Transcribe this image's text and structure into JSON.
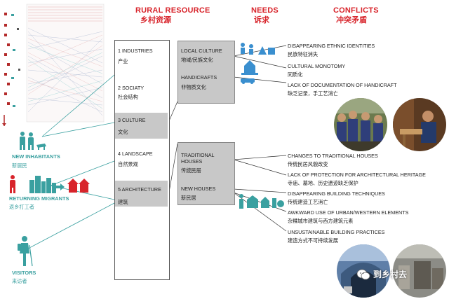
{
  "headers": {
    "rural_en": "RURAL RESOURCE",
    "rural_cn": "乡村资源",
    "needs_en": "NEEDS",
    "needs_cn": "诉求",
    "conflicts_en": "CONFLICTS",
    "conflicts_cn": "冲突矛盾"
  },
  "actors": [
    {
      "en": "NEW INHABITANTS",
      "cn": "新居民"
    },
    {
      "en": "RETURNING MIGRANTS",
      "cn": "返乡打工者"
    },
    {
      "en": "VISITORS",
      "cn": "来访者"
    }
  ],
  "resources": [
    {
      "en": "1 INDUSTRIES",
      "cn": "产业"
    },
    {
      "en": "2 SOCIATY",
      "cn": "社会结构"
    },
    {
      "en": "3 CULTURE",
      "cn": "文化"
    },
    {
      "en": "4 LANDSCAPE",
      "cn": "自然景观"
    },
    {
      "en": "5 ARCHITECTURE",
      "cn": "建筑"
    }
  ],
  "needs": {
    "culture_box": [
      {
        "en": "LOCAL CULTURE",
        "cn": "地域/民族文化"
      },
      {
        "en": "HANDICRAFTS",
        "cn": "非物质文化"
      }
    ],
    "architecture_box": [
      {
        "en": "TRADITIONAL HOUSES",
        "cn": "传统民居"
      },
      {
        "en": "NEW HOUSES",
        "cn": "新民居"
      }
    ]
  },
  "conflicts": {
    "culture": [
      {
        "en": "DISAPPEARING ETHNIC IDENTITIES",
        "cn": "民族特征消失"
      },
      {
        "en": "CULTURAL MONOTOMY",
        "cn": "同质化"
      },
      {
        "en": "LACK OF DOCUMENTATION  OF HANDICRAFT",
        "cn": "缺乏记录，手工艺消亡"
      }
    ],
    "architecture": [
      {
        "en": "CHANGES TO TRADITIONAL HOUSES",
        "cn": "传统民居风貌改变"
      },
      {
        "en": "LACK OF PROTECTION FOR ARCHITECTURAL HERITAGE",
        "cn": "寺庙、墓地、历史遗迹缺乏保护"
      },
      {
        "en": "DISAPPEARING BUILDING TECHNIQUES",
        "cn": "传统建造工艺消亡"
      },
      {
        "en": "AWKWARD USE OF URBAN/WESTERN ELEMENTS",
        "cn": "杂糅城市建筑与西方建筑元素"
      },
      {
        "en": "UNSUSTAINABLE BUILDING PRACTICES",
        "cn": "建造方式不可持续发展"
      }
    ]
  },
  "watermark": "到乡村去",
  "colors": {
    "accent": "#d8242b",
    "teal": "#3aa0a0",
    "grey": "#c8c8c8"
  }
}
